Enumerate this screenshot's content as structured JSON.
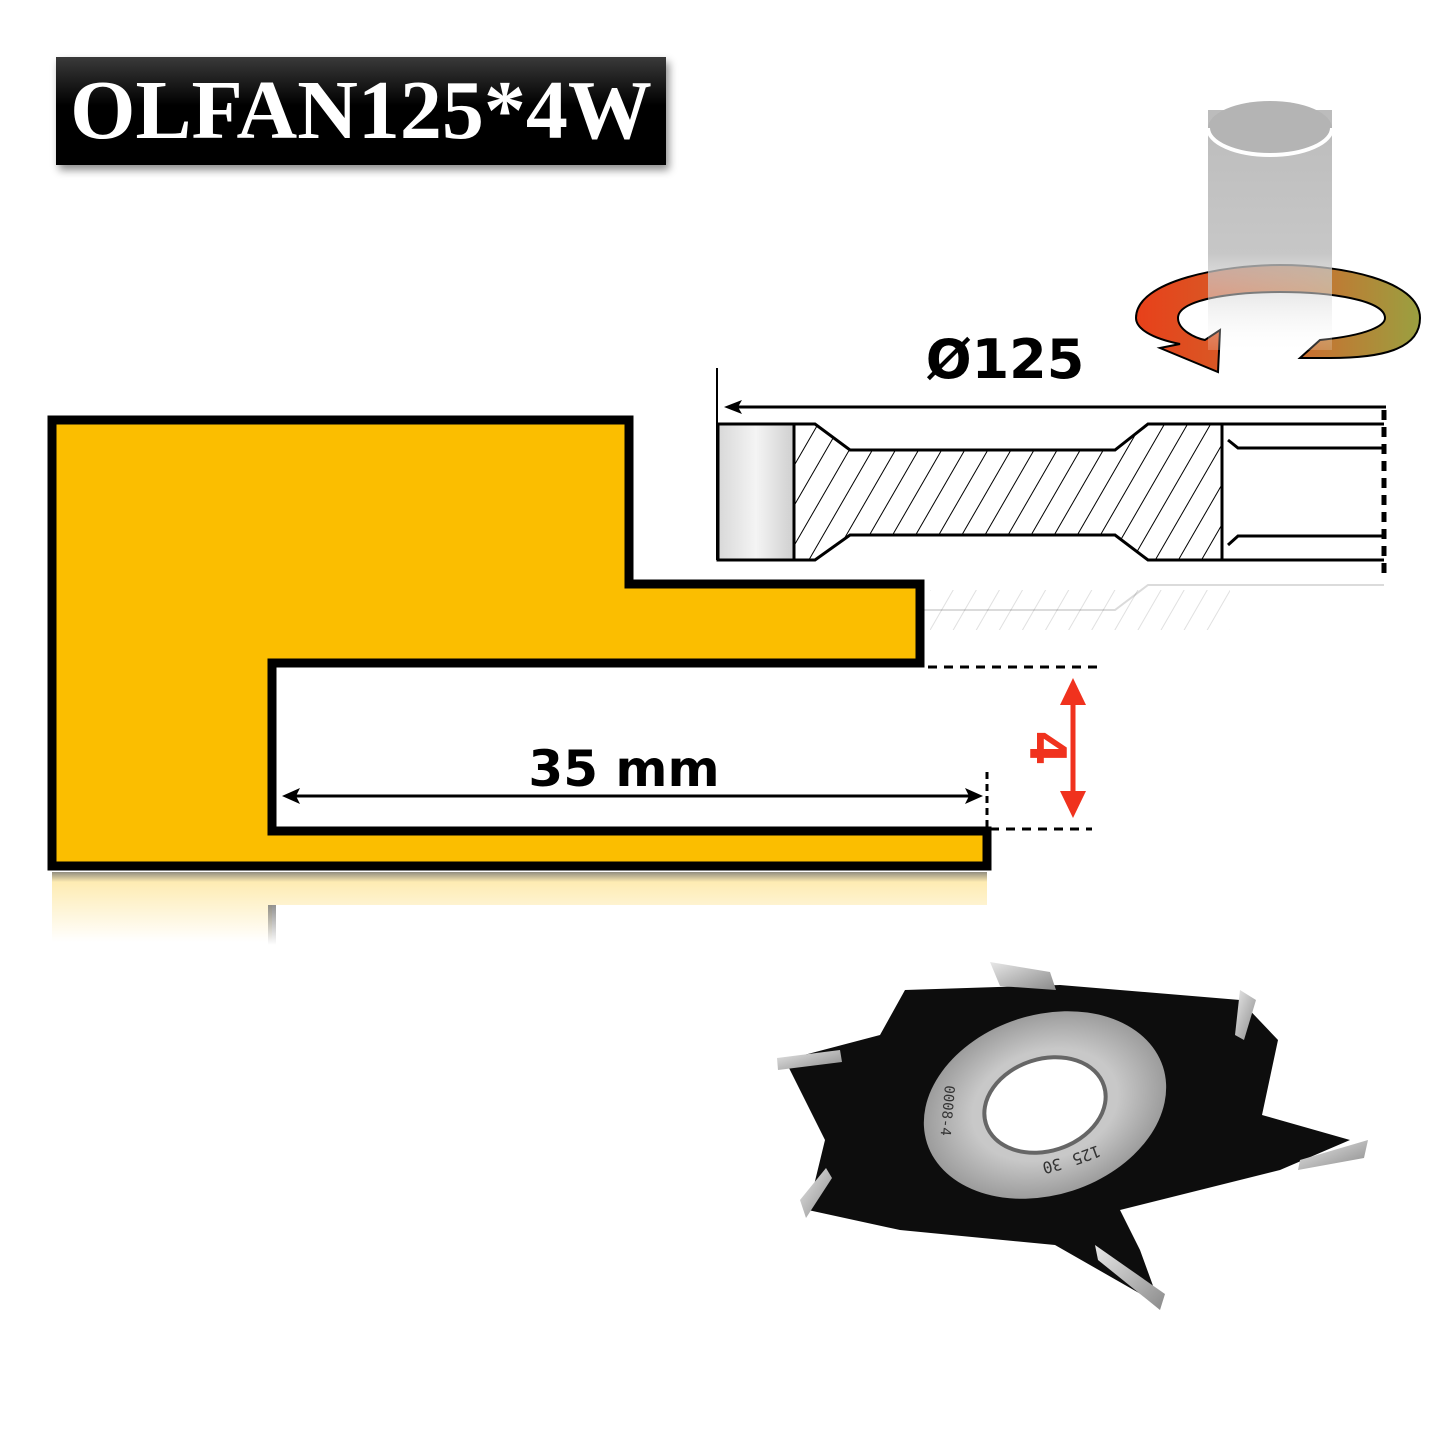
{
  "title": "OLFAN125*4W",
  "dimensions": {
    "diameter": "Ø125",
    "groove_depth": "35 mm",
    "groove_width": "4"
  },
  "rotation_icon": "rotation-arrow-icon",
  "cutter_hub_markings": [
    "125",
    "30",
    "0008-4"
  ],
  "colors": {
    "profile_fill": "#FBBE00",
    "outline": "#000000",
    "dimension_accent": "#F0321E",
    "arrow_gradient_start": "#E8401A",
    "arrow_gradient_end": "#9AA040",
    "title_bg": "#000000",
    "title_text": "#FFFFFF"
  }
}
